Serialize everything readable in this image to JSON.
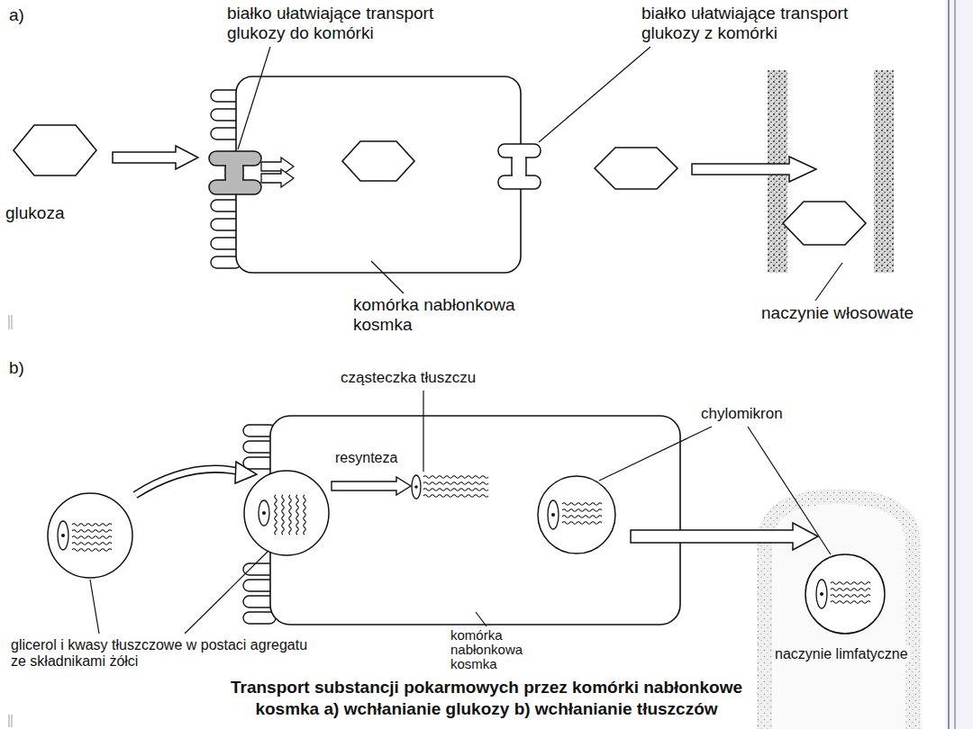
{
  "diagram": {
    "caption": "Transport substancji pokarmowych przez komórki nabłonkowe kosmka a) wchłanianie glukozy b) wchłanianie tłuszczów",
    "labels": [
      "a)",
      "białko ułatwiające transport glukozy do komórki",
      "białko ułatwiające transport glukozy z komórki",
      "glukoza",
      "komórka nabłonkowa kosmka",
      "naczynie włosowate",
      "b)",
      "cząsteczka tłuszczu",
      "chylomikron",
      "resynteza",
      "glicerol i kwasy tłuszczowe w postaci agregatu ze składnikami żółci",
      "komórka nabłonkowa kosmka",
      "naczynie limfatyczne"
    ]
  }
}
